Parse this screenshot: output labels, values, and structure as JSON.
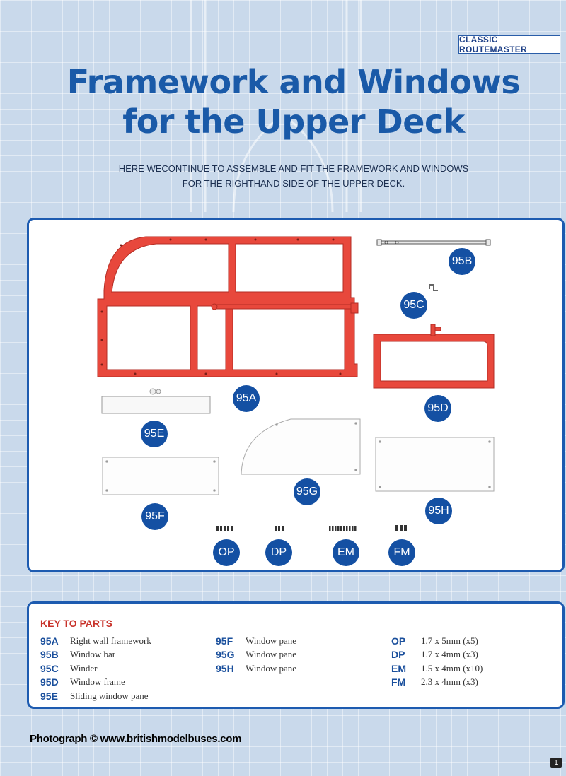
{
  "header": {
    "series_badge": "CLASSIC ROUTEMASTER",
    "title_line1": "Framework and Windows",
    "title_line2": "for the Upper Deck",
    "intro_line1": "HERE WECONTINUE TO ASSEMBLE AND FIT THE FRAMEWORK AND WINDOWS",
    "intro_line2": "FOR THE RIGHTHAND SIDE OF THE UPPER DECK."
  },
  "diagram_labels": {
    "a": "95A",
    "b": "95B",
    "c": "95C",
    "d": "95D",
    "e": "95E",
    "f": "95F",
    "g": "95G",
    "h": "95H",
    "op": "OP",
    "dp": "DP",
    "em": "EM",
    "fm": "FM"
  },
  "colors": {
    "frame_red": "#e8483c",
    "label_blue": "#1450a3",
    "border_blue": "#1d5bb0"
  },
  "key": {
    "title": "KEY TO PARTS",
    "col1": [
      {
        "code": "95A",
        "desc": "Right wall framework"
      },
      {
        "code": "95B",
        "desc": "Window bar"
      },
      {
        "code": "95C",
        "desc": "Winder"
      },
      {
        "code": "95D",
        "desc": "Window frame"
      },
      {
        "code": "95E",
        "desc": "Sliding window pane"
      }
    ],
    "col2": [
      {
        "code": "95F",
        "desc": "Window pane"
      },
      {
        "code": "95G",
        "desc": "Window pane"
      },
      {
        "code": "95H",
        "desc": "Window pane"
      }
    ],
    "col3": [
      {
        "code": "OP",
        "desc": "1.7 x 5mm (x5)"
      },
      {
        "code": "DP",
        "desc": "1.7 x 4mm (x3)"
      },
      {
        "code": "EM",
        "desc": "1.5 x 4mm (x10)"
      },
      {
        "code": "FM",
        "desc": "2.3 x 4mm (x3)"
      }
    ]
  },
  "footer": {
    "credit": "Photograph © www.britishmodelbuses.com",
    "page_number": "1"
  }
}
